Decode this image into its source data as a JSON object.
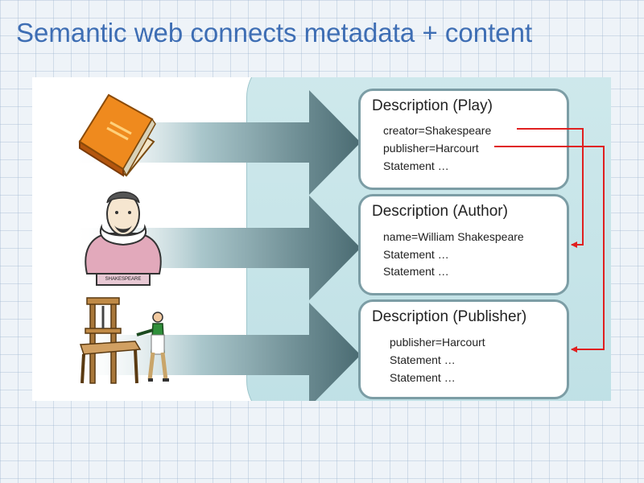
{
  "slide": {
    "title": "Semantic web connects metadata + content"
  },
  "icons": {
    "book": "book-icon",
    "author": "shakespeare-bust-icon",
    "publisher": "printing-press-icon",
    "author_plaque": "SHAKESPEARE"
  },
  "colors": {
    "title": "#3e6eb4",
    "panel": "#c7e5e9",
    "box_border": "#7c9da5",
    "connector": "#e02020"
  },
  "descriptions": [
    {
      "title": "Description (Play)",
      "lines": [
        "creator=Shakespeare",
        "publisher=Harcourt",
        "Statement …"
      ]
    },
    {
      "title": "Description (Author)",
      "lines": [
        "name=William Shakespeare",
        "Statement …",
        "Statement …"
      ]
    },
    {
      "title": "Description (Publisher)",
      "lines": [
        "publisher=Harcourt",
        "Statement …",
        "Statement …"
      ]
    }
  ]
}
